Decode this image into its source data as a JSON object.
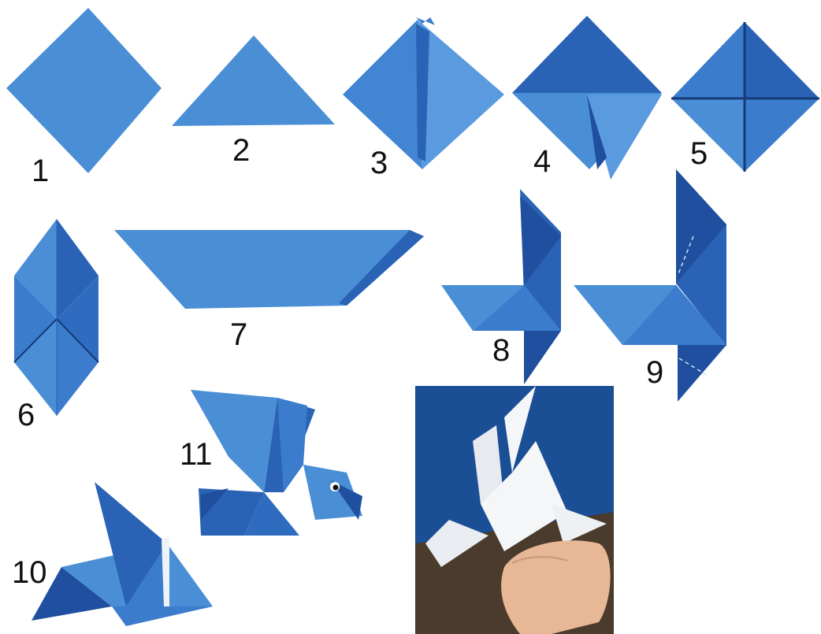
{
  "colors": {
    "paper_light": "#4a8fd6",
    "paper_mid": "#3b7ccd",
    "paper_dark": "#2a63b5",
    "paper_deep": "#1f4f9e",
    "crease": "#173a78",
    "photo_bg": "#1f5aa6",
    "table": "#4a3b2c",
    "white_paper": "#f4f6f8",
    "skin": "#e8b896"
  },
  "steps": [
    {
      "label": "1",
      "content": "diamond square"
    },
    {
      "label": "2",
      "content": "folded triangle"
    },
    {
      "label": "3",
      "content": "diamond with center fold"
    },
    {
      "label": "4",
      "content": "diamond with folded flap"
    },
    {
      "label": "5",
      "content": "square with cross creases"
    },
    {
      "label": "6",
      "content": "kite shape"
    },
    {
      "label": "7",
      "content": "long folded strip"
    },
    {
      "label": "8",
      "content": "body with raised neck"
    },
    {
      "label": "9",
      "content": "body with wing folds"
    },
    {
      "label": "10",
      "content": "bird with raised wing"
    },
    {
      "label": "11",
      "content": "finished blue bird"
    }
  ],
  "photo": {
    "content": "white origami dove held in hand"
  }
}
